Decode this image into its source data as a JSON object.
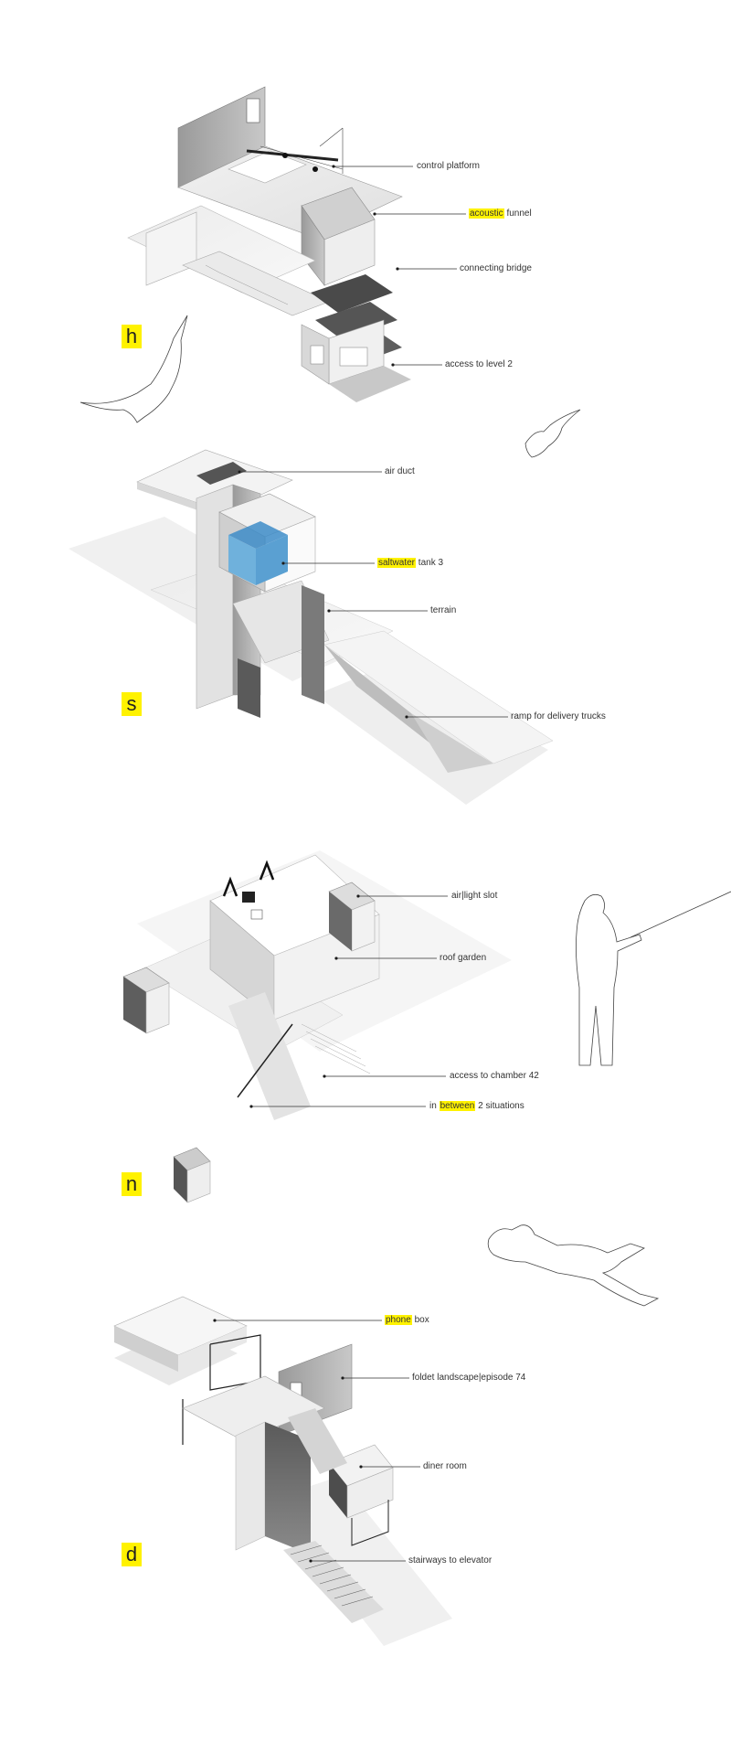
{
  "colors": {
    "highlight": "#fff200",
    "water": "#6fb1dc",
    "ink": "#2a2a2a"
  },
  "sections": [
    {
      "letter": "h",
      "labels": [
        {
          "highlight": "",
          "rest": "control platform"
        },
        {
          "highlight": "acoustic",
          "rest": " funnel"
        },
        {
          "highlight": "",
          "rest": "connecting bridge"
        },
        {
          "highlight": "",
          "rest": "access to level 2"
        }
      ]
    },
    {
      "letter": "s",
      "labels": [
        {
          "highlight": "",
          "rest": "air duct"
        },
        {
          "highlight": "saltwater",
          "rest": " tank 3"
        },
        {
          "highlight": "",
          "rest": "terrain"
        },
        {
          "highlight": "",
          "rest": "ramp for delivery trucks"
        }
      ]
    },
    {
      "letter": "n",
      "labels": [
        {
          "highlight": "",
          "rest": "air|light slot"
        },
        {
          "highlight": "",
          "rest": "roof garden"
        },
        {
          "highlight": "",
          "rest": "access to chamber 42"
        },
        {
          "highlight": "between",
          "rest": " 2 situations",
          "prefix": "in "
        }
      ]
    },
    {
      "letter": "d",
      "labels": [
        {
          "highlight": "phone",
          "rest": " box"
        },
        {
          "highlight": "",
          "rest": "foldet landscape|episode 74"
        },
        {
          "highlight": "",
          "rest": "diner room"
        },
        {
          "highlight": "",
          "rest": "stairways to elevator"
        }
      ]
    }
  ]
}
